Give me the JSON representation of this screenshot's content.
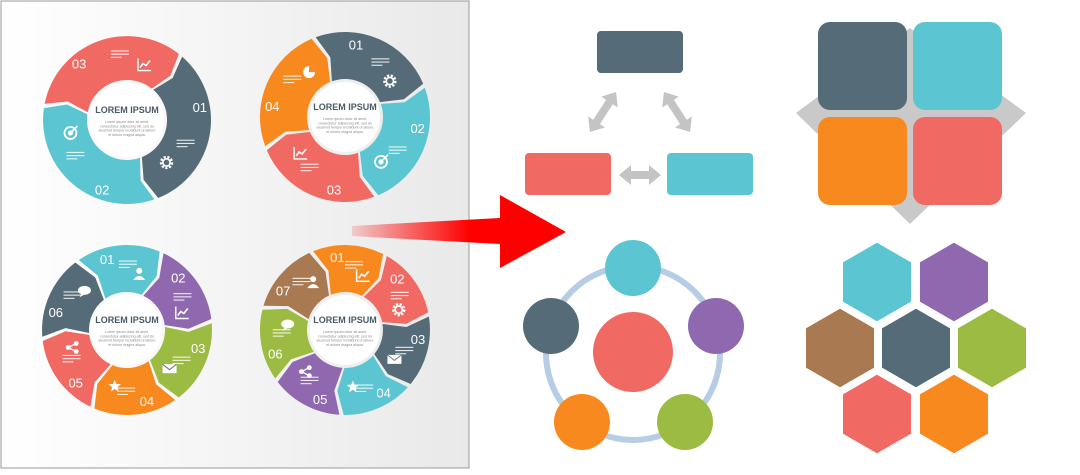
{
  "colors": {
    "slate": "#566b78",
    "teal": "#5cc5d2",
    "coral": "#f06a63",
    "orange": "#f7891f",
    "purple": "#9068b0",
    "green": "#9cbb42",
    "brown": "#a97a52",
    "arrow_red": "#ff0000",
    "connector_gray": "#c4c4c4",
    "ring_blue": "#b6cde5",
    "panel_bg": "#f2f2f2"
  },
  "cycle_diagrams": [
    {
      "center_title": "LOREM IPSUM",
      "center_body": [
        "Lorem ipsum dolor sit amet,",
        "consectetur adipiscing elit, sed do",
        "eiusmod tempor incididunt ut labore",
        "et dolore magna aliqua."
      ],
      "segments": [
        {
          "number": "01",
          "color": "slate",
          "icon": "gear-icon"
        },
        {
          "number": "02",
          "color": "teal",
          "icon": "target-icon"
        },
        {
          "number": "03",
          "color": "coral",
          "icon": "chart-icon"
        }
      ]
    },
    {
      "center_title": "LOREM IPSUM",
      "center_body": [
        "Lorem ipsum dolor sit amet,",
        "consectetur adipiscing elit, sed do",
        "eiusmod tempor incididunt ut labore",
        "et dolore magna aliqua."
      ],
      "segments": [
        {
          "number": "01",
          "color": "slate",
          "icon": "gear-icon"
        },
        {
          "number": "02",
          "color": "teal",
          "icon": "target-icon"
        },
        {
          "number": "03",
          "color": "coral",
          "icon": "chart-icon"
        },
        {
          "number": "04",
          "color": "orange",
          "icon": "pie-icon"
        }
      ]
    },
    {
      "center_title": "LOREM IPSUM",
      "center_body": [
        "Lorem ipsum dolor sit amet,",
        "consectetur adipiscing elit, sed do",
        "eiusmod tempor incididunt ut labore",
        "et dolore magna aliqua."
      ],
      "segments": [
        {
          "number": "01",
          "color": "teal",
          "icon": "user-icon"
        },
        {
          "number": "02",
          "color": "purple",
          "icon": "chart-icon"
        },
        {
          "number": "03",
          "color": "green",
          "icon": "mail-icon"
        },
        {
          "number": "04",
          "color": "orange",
          "icon": "star-icon"
        },
        {
          "number": "05",
          "color": "coral",
          "icon": "share-icon"
        },
        {
          "number": "06",
          "color": "slate",
          "icon": "chat-icon"
        }
      ]
    },
    {
      "center_title": "LOREM IPSUM",
      "center_body": [
        "Lorem ipsum dolor sit amet,",
        "consectetur adipiscing elit, sed do",
        "eiusmod tempor incididunt ut labore",
        "et dolore magna aliqua."
      ],
      "segments": [
        {
          "number": "01",
          "color": "orange",
          "icon": "chart-icon"
        },
        {
          "number": "02",
          "color": "coral",
          "icon": "gear-icon"
        },
        {
          "number": "03",
          "color": "slate",
          "icon": "mail-icon"
        },
        {
          "number": "04",
          "color": "teal",
          "icon": "star-icon"
        },
        {
          "number": "05",
          "color": "purple",
          "icon": "share-icon"
        },
        {
          "number": "06",
          "color": "green",
          "icon": "chat-icon"
        },
        {
          "number": "07",
          "color": "brown",
          "icon": "user-icon"
        }
      ]
    }
  ],
  "shapes": {
    "triangle_flow": {
      "top": "slate",
      "left": "coral",
      "right": "teal"
    },
    "quad_grid": [
      "slate",
      "teal",
      "orange",
      "coral"
    ],
    "hub_circles": {
      "center": "coral",
      "satellites": [
        "teal",
        "purple",
        "green",
        "orange",
        "slate"
      ]
    },
    "hex_cluster": [
      "teal",
      "purple",
      "brown",
      "slate",
      "green",
      "coral",
      "orange"
    ]
  }
}
